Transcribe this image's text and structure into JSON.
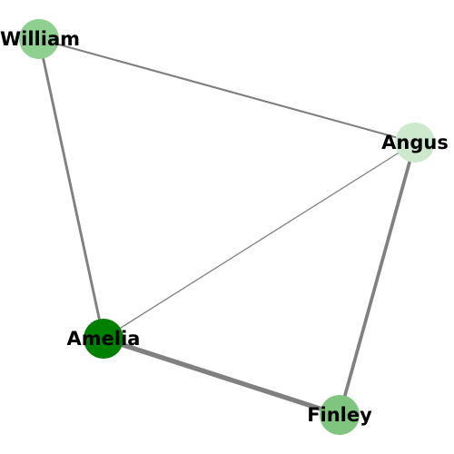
{
  "nodes": [
    {
      "id": "william",
      "label": "William",
      "color": "#8fcf8f"
    },
    {
      "id": "angus",
      "label": "Angus",
      "color": "#cde9cd"
    },
    {
      "id": "amelia",
      "label": "Amelia",
      "color": "#008000"
    },
    {
      "id": "finley",
      "label": "Finley",
      "color": "#7fc47f"
    }
  ],
  "edges": [
    {
      "source": "william",
      "target": "angus",
      "weight": 2
    },
    {
      "source": "william",
      "target": "amelia",
      "weight": 3
    },
    {
      "source": "angus",
      "target": "amelia",
      "weight": 1
    },
    {
      "source": "angus",
      "target": "finley",
      "weight": 4
    },
    {
      "source": "amelia",
      "target": "finley",
      "weight": 6
    }
  ],
  "edge_color": "#808080"
}
